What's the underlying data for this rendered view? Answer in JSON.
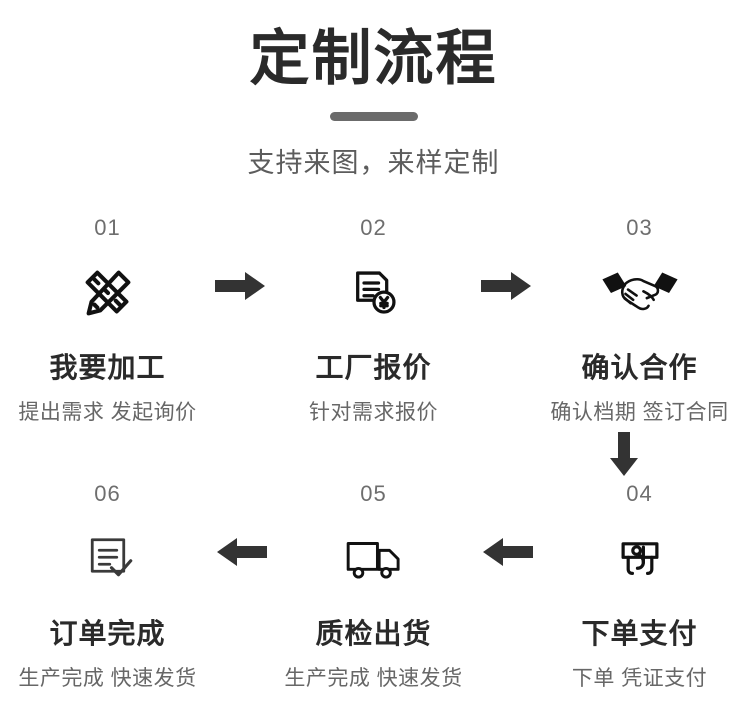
{
  "header": {
    "title": "定制流程",
    "subtitle": "支持来图，来样定制",
    "divider_color": "#6b6b6b",
    "title_color": "#2a2a2a",
    "subtitle_color": "#5c5c5c"
  },
  "colors": {
    "background": "#ffffff",
    "number": "#6e6e6e",
    "step_title": "#2a2a2a",
    "step_desc": "#676767",
    "arrow": "#333333",
    "icon": "#111111"
  },
  "steps": [
    {
      "number": "01",
      "title": "我要加工",
      "desc": "提出需求 发起询价",
      "icon": "pencil-ruler-icon"
    },
    {
      "number": "02",
      "title": "工厂报价",
      "desc": "针对需求报价",
      "icon": "document-yuan-icon"
    },
    {
      "number": "03",
      "title": "确认合作",
      "desc": "确认档期 签订合同",
      "icon": "handshake-icon"
    },
    {
      "number": "04",
      "title": "下单支付",
      "desc": "下单 凭证支付",
      "icon": "hand-payment-icon"
    },
    {
      "number": "05",
      "title": "质检出货",
      "desc": "生产完成 快速发货",
      "icon": "delivery-truck-icon"
    },
    {
      "number": "06",
      "title": "订单完成",
      "desc": "生产完成 快速发货",
      "icon": "document-check-icon"
    }
  ],
  "arrows": [
    {
      "name": "arrow-right-1to2",
      "direction": "right"
    },
    {
      "name": "arrow-right-2to3",
      "direction": "right"
    },
    {
      "name": "arrow-down-3to4",
      "direction": "down"
    },
    {
      "name": "arrow-left-4to5",
      "direction": "left"
    },
    {
      "name": "arrow-left-5to6",
      "direction": "left"
    }
  ]
}
